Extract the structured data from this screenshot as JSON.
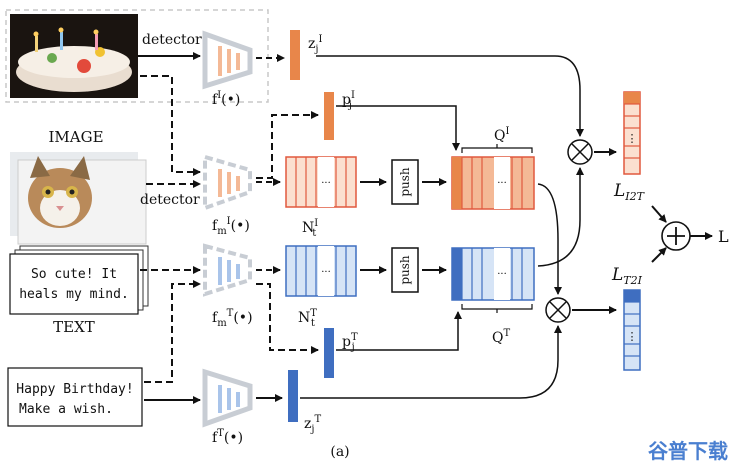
{
  "labels": {
    "detector_top": "detector",
    "detector_bottom": "detector",
    "image_title": "IMAGE",
    "text_title": "TEXT",
    "f_img": "f",
    "f_img_sup": "I",
    "f_img_arg": "(•)",
    "fm_img": "f",
    "fm_img_sub": "m",
    "fm_img_sup": "I",
    "fm_img_arg": "(•)",
    "fm_txt": "f",
    "fm_txt_sub": "m",
    "fm_txt_sup": "T",
    "fm_txt_arg": "(•)",
    "f_txt": "f",
    "f_txt_sup": "T",
    "f_txt_arg": "(•)",
    "zI": "z",
    "zI_sub": "j",
    "zI_sup": "I",
    "pI": "p",
    "pI_sup": "I",
    "pI_sub": "j",
    "NI": "N",
    "NI_sup": "I",
    "NI_sub": "t",
    "NT": "N",
    "NT_sup": "T",
    "NT_sub": "t",
    "pT": "p",
    "pT_sup": "T",
    "pT_sub": "j",
    "zT": "z",
    "zT_sub": "j",
    "zT_sup": "T",
    "QI": "Q",
    "QI_sup": "I",
    "QT": "Q",
    "QT_sup": "T",
    "push_top": "push",
    "push_bottom": "push",
    "LI2T": "L",
    "LI2T_sub": "I2T",
    "LT2I": "L",
    "LT2I_sub": "T2I",
    "L_out": "L",
    "caption": "(a)",
    "dots": "⋮",
    "hdots": "···"
  },
  "text_cards": {
    "cute_line1": "So cute! It",
    "cute_line2": "heals my mind.",
    "birthday_line1": "Happy Birthday!",
    "birthday_line2": "Make a wish."
  },
  "watermark": "谷普下载",
  "colors": {
    "image_orange": "#e8864a",
    "image_orange_light": "#f4b996",
    "image_orange_pale": "#fbe0d0",
    "text_blue": "#3f6ec0",
    "text_blue_light": "#a9c4ea",
    "text_blue_pale": "#d6e4f6",
    "encoder_gray": "#c8cdd4",
    "loss_red": "#e1593e"
  }
}
